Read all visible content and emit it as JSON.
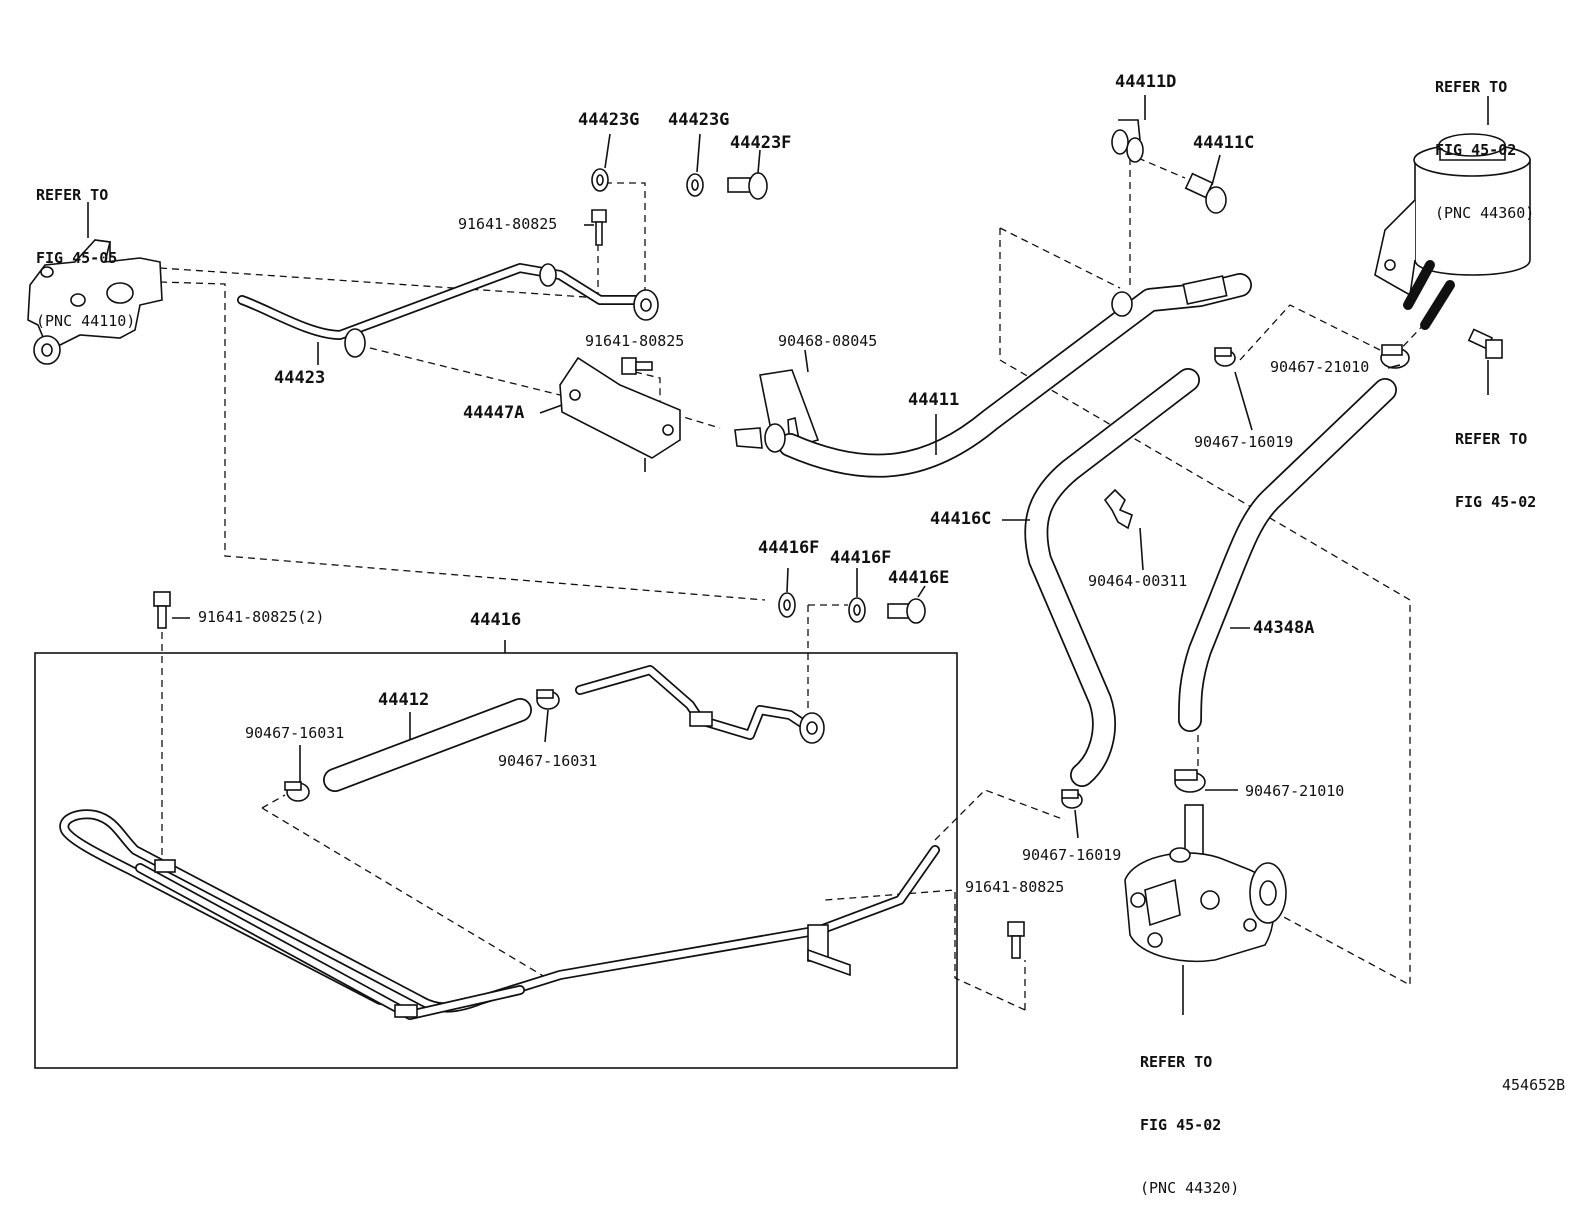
{
  "diagram_id": "454652B",
  "parts": {
    "p44411D": "44411D",
    "p44411C": "44411C",
    "p44423G_a": "44423G",
    "p44423G_b": "44423G",
    "p44423F": "44423F",
    "p91641_a": "91641-80825",
    "p91641_b": "91641-80825",
    "p91641_c": "91641-80825",
    "p91641_2": "91641-80825(2)",
    "p90468": "90468-08045",
    "p44411": "44411",
    "p44423": "44423",
    "p44447A": "44447A",
    "p90467_21010_a": "90467-21010",
    "p90467_21010_b": "90467-21010",
    "p90467_16019_a": "90467-16019",
    "p90467_16019_b": "90467-16019",
    "p44416C": "44416C",
    "p90464": "90464-00311",
    "p44348A": "44348A",
    "p44416F_a": "44416F",
    "p44416F_b": "44416F",
    "p44416E": "44416E",
    "p44416": "44416",
    "p44412": "44412",
    "p90467_16031_a": "90467-16031",
    "p90467_16031_b": "90467-16031"
  },
  "refs": {
    "gear": {
      "l1": "REFER TO",
      "l2": "FIG 45-05",
      "l3": "(PNC 44110)"
    },
    "reservoir": {
      "l1": "REFER TO",
      "l2": "FIG 45-02",
      "l3": "(PNC 44360)"
    },
    "bracket": {
      "l1": "REFER TO",
      "l2": "FIG 45-02"
    },
    "pump": {
      "l1": "REFER TO",
      "l2": "FIG 45-02",
      "l3": "(PNC 44320)"
    }
  }
}
